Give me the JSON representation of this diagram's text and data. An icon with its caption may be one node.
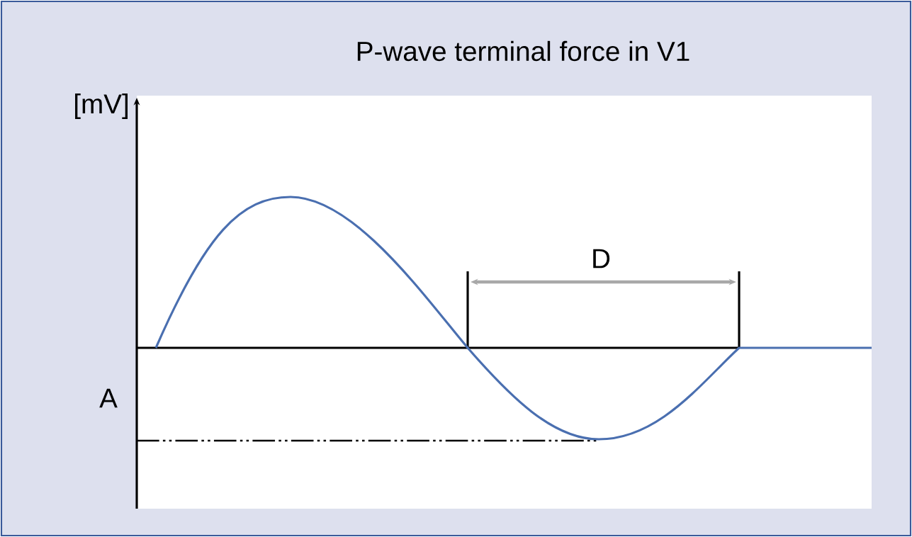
{
  "diagram": {
    "title": "P-wave terminal force in V1",
    "labels": [
      "[mV]",
      "D",
      "A"
    ]
  }
}
